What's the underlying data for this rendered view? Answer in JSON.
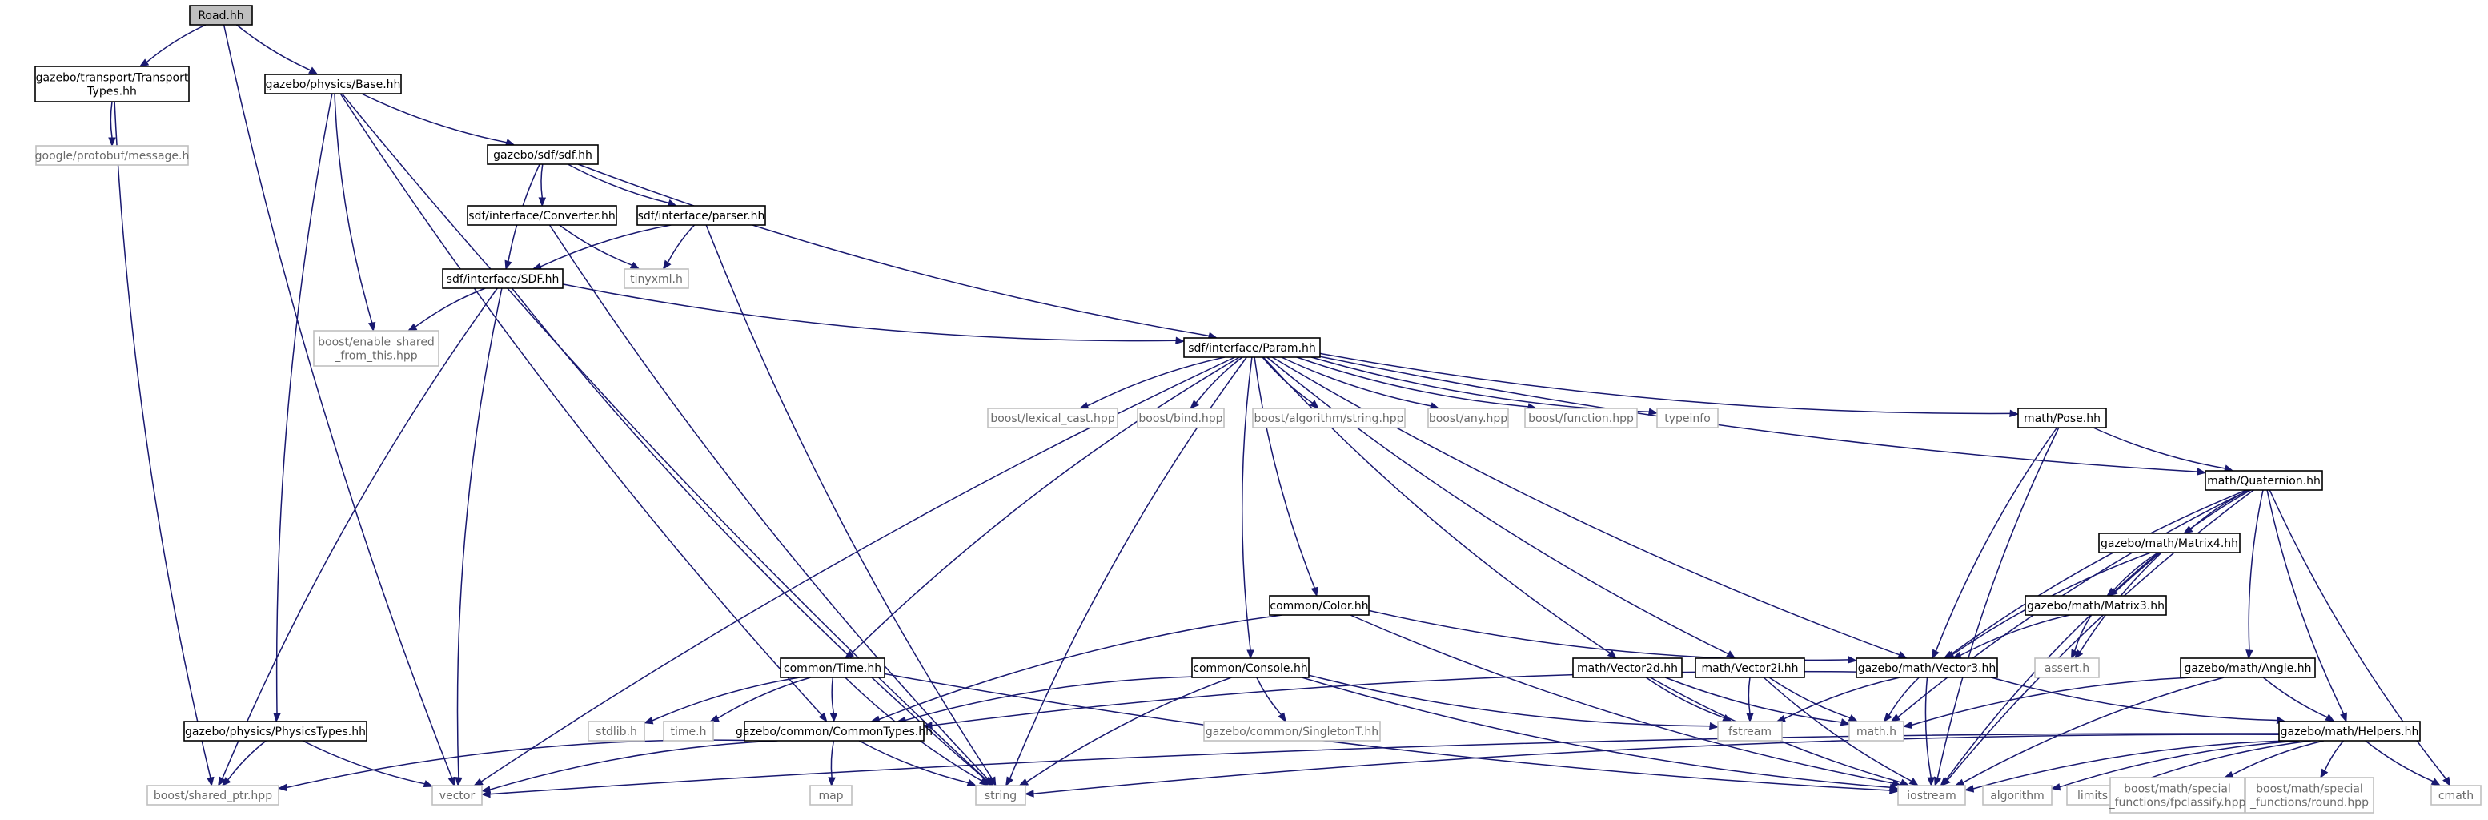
{
  "diagram": {
    "title": "Road.hh",
    "colors": {
      "edge": "#191970",
      "local_border": "#000000",
      "system_border": "#bfbfbf",
      "root_fill": "#bfbfbf",
      "system_text": "#6a6a6a"
    },
    "nodes": {
      "road": {
        "lines": [
          "Road.hh"
        ],
        "kind": "root"
      },
      "transport_types": {
        "lines": [
          "gazebo/transport/Transport",
          "Types.hh"
        ],
        "kind": "local"
      },
      "physics_base": {
        "lines": [
          "gazebo/physics/Base.hh"
        ],
        "kind": "local"
      },
      "protobuf_message": {
        "lines": [
          "google/protobuf/message.h"
        ],
        "kind": "system"
      },
      "sdf_sdf": {
        "lines": [
          "gazebo/sdf/sdf.hh"
        ],
        "kind": "local"
      },
      "sdf_converter": {
        "lines": [
          "sdf/interface/Converter.hh"
        ],
        "kind": "local"
      },
      "sdf_parser": {
        "lines": [
          "sdf/interface/parser.hh"
        ],
        "kind": "local"
      },
      "sdf_interface_sdf": {
        "lines": [
          "sdf/interface/SDF.hh"
        ],
        "kind": "local"
      },
      "tinyxml": {
        "lines": [
          "tinyxml.h"
        ],
        "kind": "system"
      },
      "enable_shared": {
        "lines": [
          "boost/enable_shared",
          "_from_this.hpp"
        ],
        "kind": "system"
      },
      "param": {
        "lines": [
          "sdf/interface/Param.hh"
        ],
        "kind": "local"
      },
      "lexical_cast": {
        "lines": [
          "boost/lexical_cast.hpp"
        ],
        "kind": "system"
      },
      "bind": {
        "lines": [
          "boost/bind.hpp"
        ],
        "kind": "system"
      },
      "algorithm_string": {
        "lines": [
          "boost/algorithm/string.hpp"
        ],
        "kind": "system"
      },
      "any": {
        "lines": [
          "boost/any.hpp"
        ],
        "kind": "system"
      },
      "function": {
        "lines": [
          "boost/function.hpp"
        ],
        "kind": "system"
      },
      "typeinfo": {
        "lines": [
          "typeinfo"
        ],
        "kind": "system"
      },
      "pose": {
        "lines": [
          "math/Pose.hh"
        ],
        "kind": "local"
      },
      "quaternion": {
        "lines": [
          "math/Quaternion.hh"
        ],
        "kind": "local"
      },
      "matrix4": {
        "lines": [
          "gazebo/math/Matrix4.hh"
        ],
        "kind": "local"
      },
      "matrix3": {
        "lines": [
          "gazebo/math/Matrix3.hh"
        ],
        "kind": "local"
      },
      "color": {
        "lines": [
          "common/Color.hh"
        ],
        "kind": "local"
      },
      "time": {
        "lines": [
          "common/Time.hh"
        ],
        "kind": "local"
      },
      "console": {
        "lines": [
          "common/Console.hh"
        ],
        "kind": "local"
      },
      "vector2d": {
        "lines": [
          "math/Vector2d.hh"
        ],
        "kind": "local"
      },
      "vector2i": {
        "lines": [
          "math/Vector2i.hh"
        ],
        "kind": "local"
      },
      "vector3": {
        "lines": [
          "gazebo/math/Vector3.hh"
        ],
        "kind": "local"
      },
      "assert": {
        "lines": [
          "assert.h"
        ],
        "kind": "system"
      },
      "angle": {
        "lines": [
          "gazebo/math/Angle.hh"
        ],
        "kind": "local"
      },
      "physics_types": {
        "lines": [
          "gazebo/physics/PhysicsTypes.hh"
        ],
        "kind": "local"
      },
      "stdlib": {
        "lines": [
          "stdlib.h"
        ],
        "kind": "system"
      },
      "time_h": {
        "lines": [
          "time.h"
        ],
        "kind": "system"
      },
      "common_types": {
        "lines": [
          "gazebo/common/CommonTypes.hh"
        ],
        "kind": "local"
      },
      "singleton": {
        "lines": [
          "gazebo/common/SingletonT.hh"
        ],
        "kind": "system"
      },
      "fstream": {
        "lines": [
          "fstream"
        ],
        "kind": "system"
      },
      "math_h": {
        "lines": [
          "math.h"
        ],
        "kind": "system"
      },
      "helpers": {
        "lines": [
          "gazebo/math/Helpers.hh"
        ],
        "kind": "local"
      },
      "shared_ptr": {
        "lines": [
          "boost/shared_ptr.hpp"
        ],
        "kind": "system"
      },
      "vector": {
        "lines": [
          "vector"
        ],
        "kind": "system"
      },
      "map": {
        "lines": [
          "map"
        ],
        "kind": "system"
      },
      "string": {
        "lines": [
          "string"
        ],
        "kind": "system"
      },
      "iostream": {
        "lines": [
          "iostream"
        ],
        "kind": "system"
      },
      "algorithm": {
        "lines": [
          "algorithm"
        ],
        "kind": "system"
      },
      "limits": {
        "lines": [
          "limits"
        ],
        "kind": "system"
      },
      "fpclassify": {
        "lines": [
          "boost/math/special",
          "_functions/fpclassify.hpp"
        ],
        "kind": "system"
      },
      "round": {
        "lines": [
          "boost/math/special",
          "_functions/round.hpp"
        ],
        "kind": "system"
      },
      "cmath": {
        "lines": [
          "cmath"
        ],
        "kind": "system"
      }
    },
    "edges": [
      [
        "road",
        "transport_types"
      ],
      [
        "road",
        "physics_base"
      ],
      [
        "road",
        "vector"
      ],
      [
        "transport_types",
        "protobuf_message"
      ],
      [
        "transport_types",
        "shared_ptr"
      ],
      [
        "physics_base",
        "sdf_sdf"
      ],
      [
        "physics_base",
        "enable_shared"
      ],
      [
        "physics_base",
        "physics_types"
      ],
      [
        "physics_base",
        "common_types"
      ],
      [
        "physics_base",
        "string"
      ],
      [
        "sdf_sdf",
        "sdf_converter"
      ],
      [
        "sdf_sdf",
        "sdf_parser"
      ],
      [
        "sdf_sdf",
        "sdf_interface_sdf"
      ],
      [
        "sdf_sdf",
        "param"
      ],
      [
        "sdf_converter",
        "tinyxml"
      ],
      [
        "sdf_converter",
        "string"
      ],
      [
        "sdf_parser",
        "tinyxml"
      ],
      [
        "sdf_parser",
        "sdf_interface_sdf"
      ],
      [
        "sdf_parser",
        "string"
      ],
      [
        "sdf_interface_sdf",
        "enable_shared"
      ],
      [
        "sdf_interface_sdf",
        "param"
      ],
      [
        "sdf_interface_sdf",
        "shared_ptr"
      ],
      [
        "sdf_interface_sdf",
        "vector"
      ],
      [
        "sdf_interface_sdf",
        "string"
      ],
      [
        "param",
        "lexical_cast"
      ],
      [
        "param",
        "bind"
      ],
      [
        "param",
        "algorithm_string"
      ],
      [
        "param",
        "any"
      ],
      [
        "param",
        "function"
      ],
      [
        "param",
        "typeinfo"
      ],
      [
        "param",
        "pose"
      ],
      [
        "param",
        "quaternion"
      ],
      [
        "param",
        "color"
      ],
      [
        "param",
        "time"
      ],
      [
        "param",
        "console"
      ],
      [
        "param",
        "vector2d"
      ],
      [
        "param",
        "vector2i"
      ],
      [
        "param",
        "vector3"
      ],
      [
        "param",
        "vector"
      ],
      [
        "param",
        "string"
      ],
      [
        "pose",
        "quaternion"
      ],
      [
        "pose",
        "vector3"
      ],
      [
        "pose",
        "iostream"
      ],
      [
        "quaternion",
        "matrix4"
      ],
      [
        "quaternion",
        "matrix3"
      ],
      [
        "quaternion",
        "vector3"
      ],
      [
        "quaternion",
        "angle"
      ],
      [
        "quaternion",
        "helpers"
      ],
      [
        "quaternion",
        "math_h"
      ],
      [
        "quaternion",
        "iostream"
      ],
      [
        "quaternion",
        "cmath"
      ],
      [
        "matrix4",
        "matrix3"
      ],
      [
        "matrix4",
        "vector3"
      ],
      [
        "matrix4",
        "assert"
      ],
      [
        "matrix4",
        "iostream"
      ],
      [
        "matrix3",
        "vector3"
      ],
      [
        "matrix3",
        "assert"
      ],
      [
        "color",
        "vector3"
      ],
      [
        "color",
        "common_types"
      ],
      [
        "color",
        "iostream"
      ],
      [
        "time",
        "stdlib"
      ],
      [
        "time",
        "time_h"
      ],
      [
        "time",
        "common_types"
      ],
      [
        "time",
        "string"
      ],
      [
        "time",
        "iostream"
      ],
      [
        "console",
        "common_types"
      ],
      [
        "console",
        "singleton"
      ],
      [
        "console",
        "fstream"
      ],
      [
        "console",
        "string"
      ],
      [
        "console",
        "iostream"
      ],
      [
        "vector2d",
        "math_h"
      ],
      [
        "vector2d",
        "fstream"
      ],
      [
        "vector2d",
        "iostream"
      ],
      [
        "vector2i",
        "math_h"
      ],
      [
        "vector2i",
        "fstream"
      ],
      [
        "vector2i",
        "iostream"
      ],
      [
        "vector3",
        "helpers"
      ],
      [
        "vector3",
        "math_h"
      ],
      [
        "vector3",
        "fstream"
      ],
      [
        "vector3",
        "iostream"
      ],
      [
        "vector3",
        "common_types"
      ],
      [
        "angle",
        "helpers"
      ],
      [
        "angle",
        "math_h"
      ],
      [
        "angle",
        "iostream"
      ],
      [
        "physics_types",
        "shared_ptr"
      ],
      [
        "physics_types",
        "vector"
      ],
      [
        "common_types",
        "shared_ptr"
      ],
      [
        "common_types",
        "vector"
      ],
      [
        "common_types",
        "map"
      ],
      [
        "common_types",
        "string"
      ],
      [
        "helpers",
        "algorithm"
      ],
      [
        "helpers",
        "limits"
      ],
      [
        "helpers",
        "fpclassify"
      ],
      [
        "helpers",
        "round"
      ],
      [
        "helpers",
        "cmath"
      ],
      [
        "helpers",
        "iostream"
      ],
      [
        "helpers",
        "string"
      ],
      [
        "helpers",
        "vector"
      ]
    ]
  }
}
